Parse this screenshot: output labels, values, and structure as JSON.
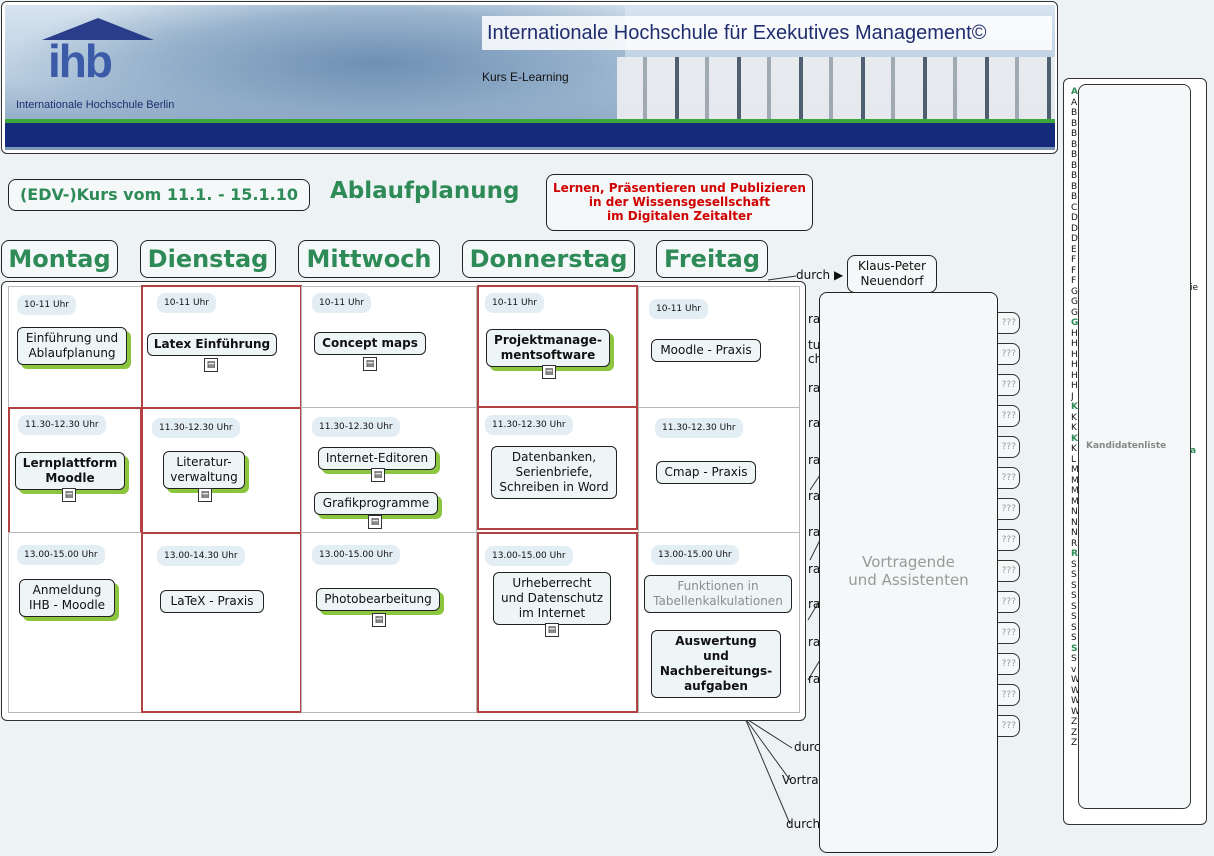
{
  "banner": {
    "title": "Internationale Hochschule für Exekutives Management©",
    "subtitle": "Kurs E-Learning",
    "logo_text": "ihb",
    "logo_sub": "Internationale Hochschule Berlin"
  },
  "header": {
    "course": "(EDV-)Kurs vom 11.1. - 15.1.10",
    "ablauf": "Ablaufplanung",
    "motto_line1": "Lernen, Präsentieren und Publizieren",
    "motto_line2": "in der Wissensgesellschaft",
    "motto_line3": "im Digitalen Zeitalter"
  },
  "days": [
    "Montag",
    "Dienstag",
    "Mittwoch",
    "Donnerstag",
    "Freitag"
  ],
  "schedule": {
    "mon": {
      "t1": "10-11 Uhr",
      "n1a": "Einführung und",
      "n1b": "Ablaufplanung",
      "t2": "11.30-12.30 Uhr",
      "n2a": "Lernplattform",
      "n2b": "Moodle",
      "t3": "13.00-15.00 Uhr",
      "n3a": "Anmeldung",
      "n3b": "IHB - Moodle"
    },
    "tue": {
      "t1": "10-11 Uhr",
      "n1": "Latex Einführung",
      "t2": "11.30-12.30 Uhr",
      "n2a": "Literatur-",
      "n2b": "verwaltung",
      "t3": "13.00-14.30 Uhr",
      "n3": "LaTeX - Praxis"
    },
    "wed": {
      "t1": "10-11 Uhr",
      "n1": "Concept maps",
      "t2": "11.30-12.30 Uhr",
      "n2": "Internet-Editoren",
      "n2b": "Grafikprogramme",
      "t3": "13.00-15.00 Uhr",
      "n3": "Photobearbeitung"
    },
    "thu": {
      "t1": "10-11 Uhr",
      "n1a": "Projektmanage-",
      "n1b": "mentsoftware",
      "t2": "11.30-12.30 Uhr",
      "n2a": "Datenbanken,",
      "n2b": "Serienbriefe,",
      "n2c": "Schreiben in Word",
      "t3": "13.00-15.00 Uhr",
      "n3a": "Urheberrecht",
      "n3b": "und Datenschutz",
      "n3c": "im Internet"
    },
    "fri": {
      "t1": "10-11 Uhr",
      "n1": "Moodle - Praxis",
      "t2": "11.30-12.30 Uhr",
      "n2": "Cmap - Praxis",
      "t3": "13.00-15.00 Uhr",
      "n3a": "Funktionen in",
      "n3b": "Tabellenkalkulationen",
      "n4a": "Auswertung",
      "n4b": "und",
      "n4c": "Nachbereitungs-",
      "n4d": "aufgaben"
    }
  },
  "right": {
    "durch": "durch",
    "speaker_line1": "Klaus-Peter",
    "speaker_line2": "Neuendorf",
    "vortragende_line1": "Vortragende",
    "vortragende_line2": "und Assistenten",
    "qq": "???",
    "edge_vortra": "Vortra",
    "edge_durch": "durch",
    "edge_ra": "ra",
    "edge_tu": "tu",
    "edge_ch": "ch",
    "edge_ie": "ie",
    "edge_a": "a"
  },
  "kandidaten": {
    "label": "Kandidatenliste",
    "letters": [
      "A",
      "A",
      "B",
      "B",
      "B",
      "B",
      "B",
      "B",
      "B",
      "B",
      "B",
      "C",
      "D",
      "D",
      "D",
      "E",
      "F",
      "F",
      "F",
      "G",
      "G",
      "G",
      "G",
      "H",
      "H",
      "H",
      "H",
      "H",
      "H",
      "J",
      "K",
      "K",
      "K",
      "K",
      "K",
      "L",
      "M",
      "M",
      "M",
      "M",
      "N",
      "N",
      "N",
      "R",
      "R",
      "S",
      "S",
      "S",
      "S",
      "S",
      "S",
      "S",
      "S",
      "S",
      "S",
      "v",
      "W",
      "W",
      "W",
      "W",
      "Z",
      "Z",
      "Z"
    ],
    "green_indices": [
      0,
      22,
      30,
      33,
      44,
      53
    ]
  },
  "colors": {
    "accent_green": "#2e8b57",
    "motto_red": "#d10000",
    "node_shadow": "#8cc63f",
    "cell_red": "#b34141",
    "banner_navy": "#152a7a"
  }
}
